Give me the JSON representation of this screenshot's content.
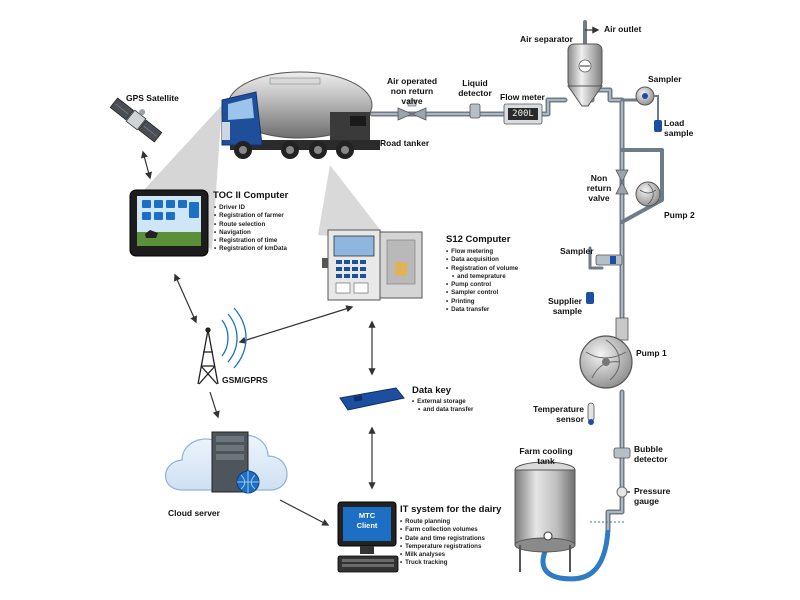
{
  "labels": {
    "air_outlet": "Air outlet",
    "air_separator": "Air separator",
    "sampler_top": "Sampler",
    "load_sample": "Load\nsample",
    "liquid_detector": "Liquid\ndetector",
    "air_operated_valve": "Air operated\nnon return\nvalve",
    "flow_meter": "Flow meter",
    "flow_meter_display": "200L",
    "road_tanker": "Road tanker",
    "gps_satellite": "GPS Satellite",
    "non_return_valve": "Non\nreturn\nvalve",
    "pump2": "Pump 2",
    "sampler_mid": "Sampler",
    "supplier_sample": "Supplier\nsample",
    "pump1": "Pump 1",
    "temperature_sensor": "Temperature\nsensor",
    "bubble_detector": "Bubble\ndetector",
    "farm_cooling_tank": "Farm cooling\ntank",
    "pressure_gauge": "Pressure\ngauge",
    "gsm_gprs": "GSM/GPRS",
    "cloud_server": "Cloud server",
    "mtc_client": "MTC\nClient"
  },
  "toc_computer": {
    "title": "TOC II Computer",
    "items": [
      "Driver ID",
      "Registration of farmer",
      "Route selection",
      "Navigation",
      "Registration of time",
      "Registration of kmData"
    ]
  },
  "s12_computer": {
    "title": "S12 Computer",
    "items": [
      "Flow metering",
      "Data acquisition",
      "Registration of volume",
      "and temeprature",
      "Pump control",
      "Sampler control",
      "Printing",
      "Data transfer"
    ]
  },
  "data_key": {
    "title": "Data key",
    "items": [
      "External storage",
      "and data transfer"
    ]
  },
  "it_system": {
    "title": "IT system for the dairy",
    "items": [
      "Route planning",
      "Farm collection volumes",
      "Date and time registrations",
      "Temperature registrations",
      "Milk analyses",
      "Truck tracking"
    ]
  },
  "colors": {
    "pipe": "#6f7b86",
    "pipe_light": "#aeb7bf",
    "hose": "#2f7cc4",
    "cab_blue": "#1f4f9a",
    "device_blue": "#1c4fa0",
    "beam": "#c9c9c9"
  }
}
